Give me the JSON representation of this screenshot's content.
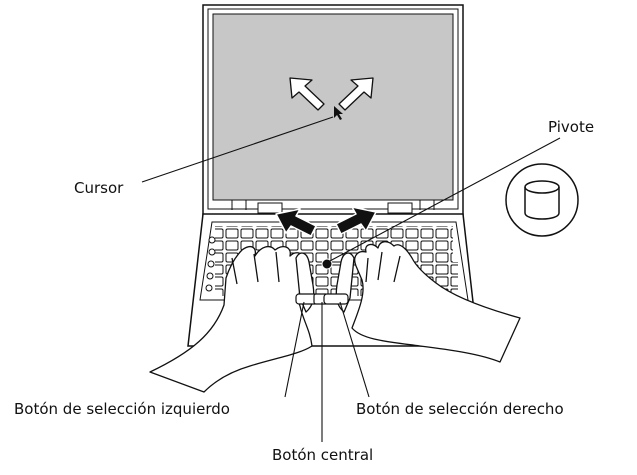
{
  "labels": {
    "pivot": "Pivote",
    "cursor": "Cursor",
    "left_button": "Botón de selección izquierdo",
    "right_button": "Botón de selección derecho",
    "center_button": "Botón central"
  },
  "colors": {
    "screen": "#c7c7c7",
    "outline": "#111111",
    "paper": "#ffffff"
  },
  "icons": {
    "pointing_stick_cap": "cylinder-icon",
    "screen_arrows": "diagonal-arrows-icon"
  }
}
